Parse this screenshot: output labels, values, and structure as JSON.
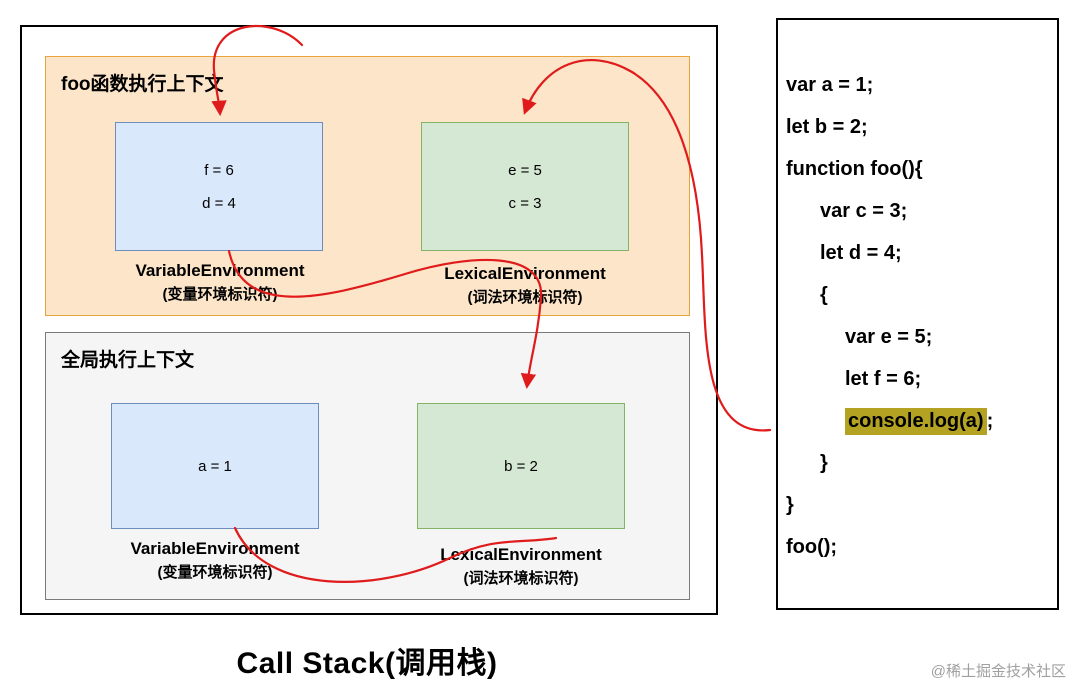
{
  "caption": "Call Stack(调用栈)",
  "watermark": "@稀土掘金技术社区",
  "foo_context": {
    "title": "foo函数执行上下文",
    "variable_env": {
      "values": [
        "f = 6",
        "d = 4"
      ],
      "label": "VariableEnvironment",
      "sublabel": "(变量环境标识符)"
    },
    "lexical_env": {
      "values": [
        "e = 5",
        "c = 3"
      ],
      "label": "LexicalEnvironment",
      "sublabel": "(词法环境标识符)"
    }
  },
  "global_context": {
    "title": "全局执行上下文",
    "variable_env": {
      "values": [
        "a = 1"
      ],
      "label": "VariableEnvironment",
      "sublabel": "(变量环境标识符)"
    },
    "lexical_env": {
      "values": [
        "b = 2"
      ],
      "label": "LexicalEnvironment",
      "sublabel": "(词法环境标识符)"
    }
  },
  "code": {
    "lines": [
      {
        "text": "var a = 1;"
      },
      {
        "text": "let b = 2;"
      },
      {
        "text": "function foo(){"
      },
      {
        "text": "var c = 3;"
      },
      {
        "text": "let d = 4;"
      },
      {
        "text": "{"
      },
      {
        "text": "var e = 5;"
      },
      {
        "text": "let f = 6;"
      },
      {
        "text": "console.log(a)",
        "suffix": ";"
      },
      {
        "text": "}"
      },
      {
        "text": "}"
      },
      {
        "text": "foo();"
      }
    ]
  },
  "colors": {
    "arrow": "#e01b1b",
    "code_highlight": "#b4a222",
    "variable_env_fill": "#dae8fc",
    "variable_env_border": "#6c8ebf",
    "lexical_env_fill": "#d5e8d4",
    "lexical_env_border": "#82b366",
    "foo_context_fill": "#fce5c8",
    "foo_context_border": "#e8a33d",
    "global_context_fill": "#f5f5f5"
  }
}
